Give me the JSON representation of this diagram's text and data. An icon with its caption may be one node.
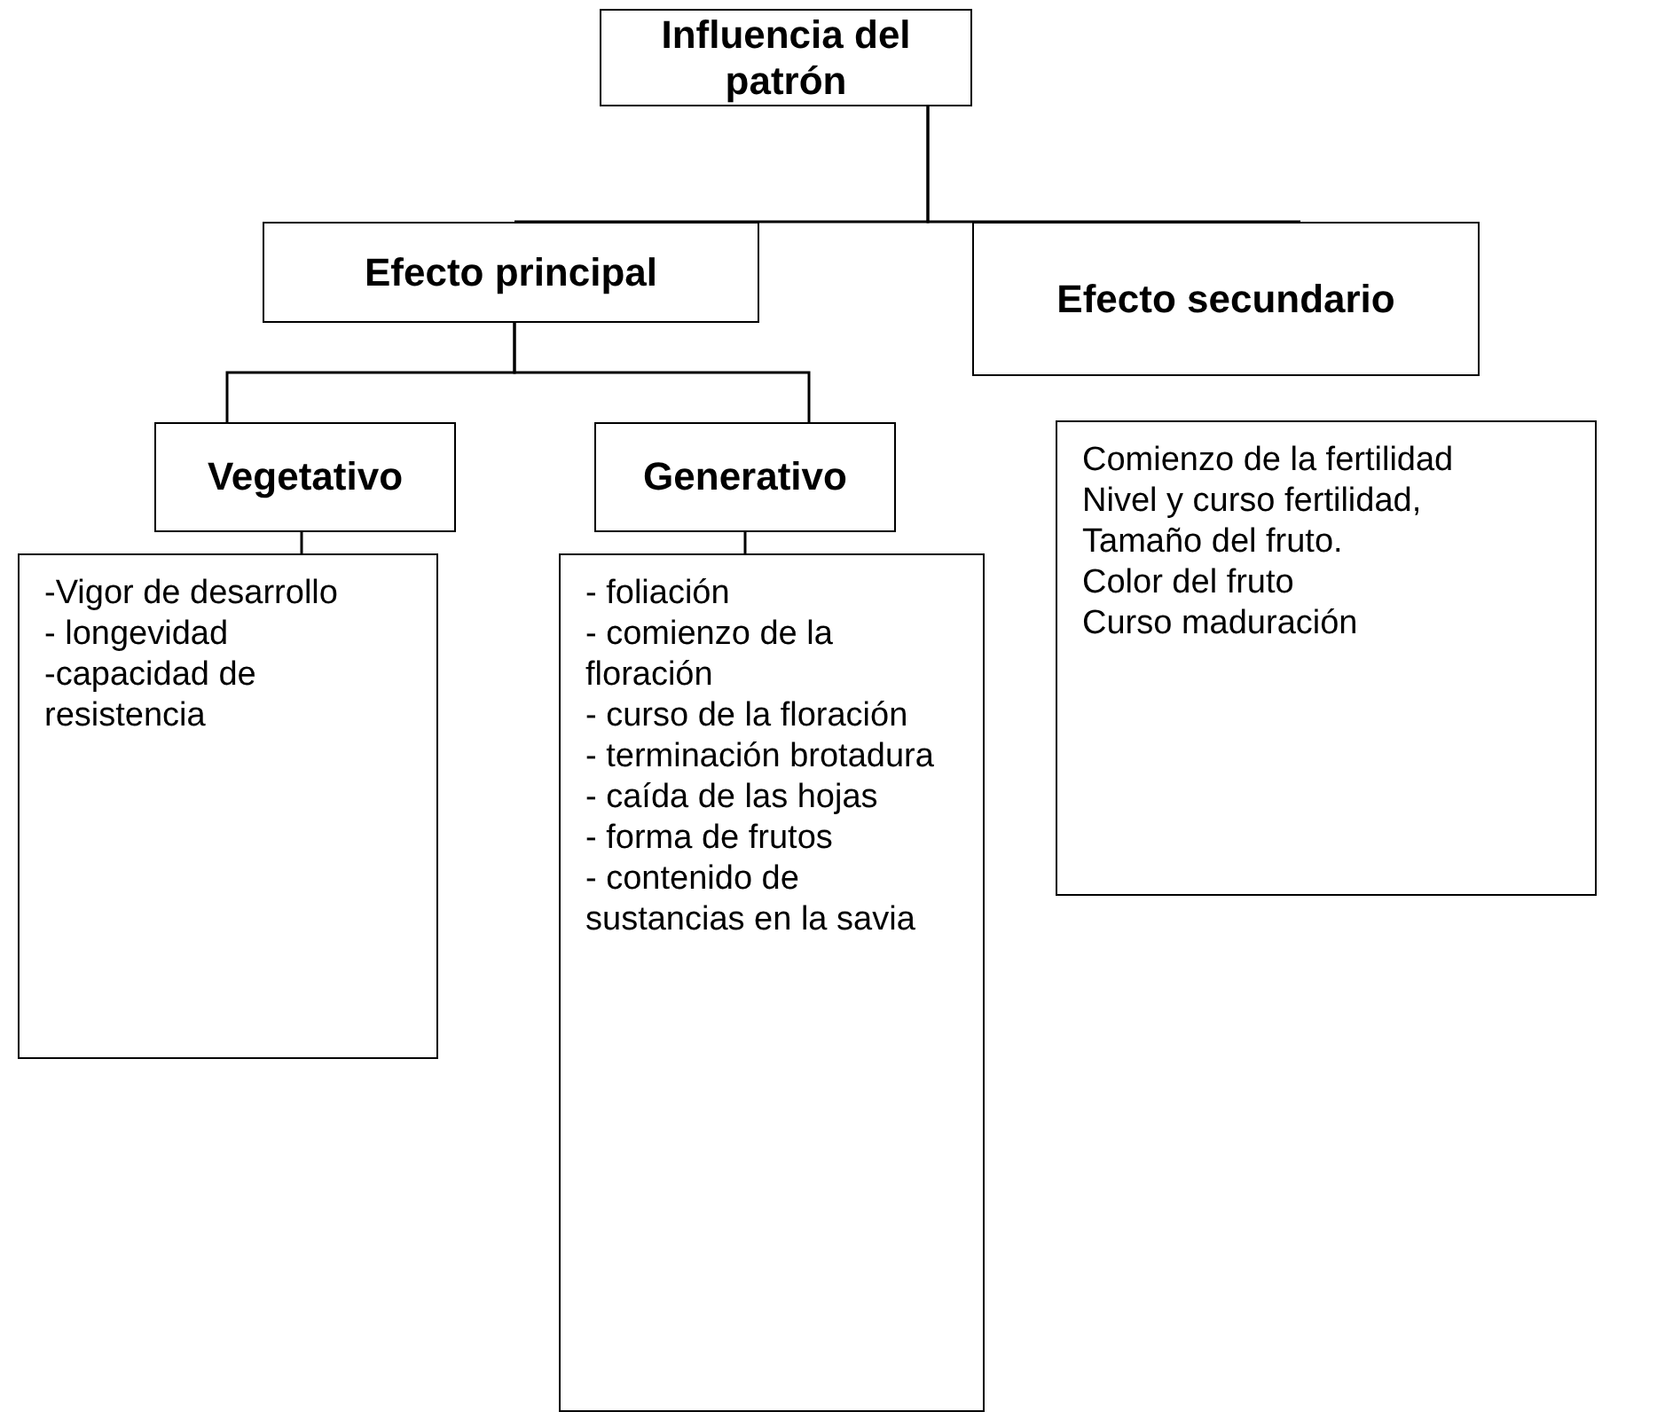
{
  "diagram": {
    "nodes": [
      {
        "text": [
          "Influencia del patrón"
        ]
      },
      {
        "text": [
          "Efecto principal"
        ]
      },
      {
        "text": [
          "Efecto secundario"
        ]
      },
      {
        "text": [
          "Vegetativo"
        ]
      },
      {
        "text": [
          "Generativo"
        ]
      },
      {
        "text": [
          "-Vigor de desarrollo",
          "- longevidad",
          "-capacidad de resistencia"
        ]
      },
      {
        "text": [
          "- foliación",
          "- comienzo de la floración",
          "- curso de la floración",
          "- terminación brotadura",
          "- caída de las hojas",
          "- forma de frutos",
          "- contenido de sustancias en la savia"
        ]
      },
      {
        "text": [
          "Comienzo de la fertilidad",
          "Nivel y curso fertilidad,",
          "Tamaño del fruto.",
          "Color del fruto",
          "Curso maduración"
        ]
      }
    ],
    "edges": [
      {
        "from": 0,
        "to": 1,
        "arrow": "none"
      },
      {
        "from": 0,
        "to": 2,
        "arrow": "none"
      },
      {
        "from": 1,
        "to": 3,
        "arrow": "none"
      },
      {
        "from": 1,
        "to": 4,
        "arrow": "none"
      },
      {
        "from": 3,
        "to": 5,
        "arrow": "none"
      },
      {
        "from": 4,
        "to": 6,
        "arrow": "none"
      }
    ]
  }
}
